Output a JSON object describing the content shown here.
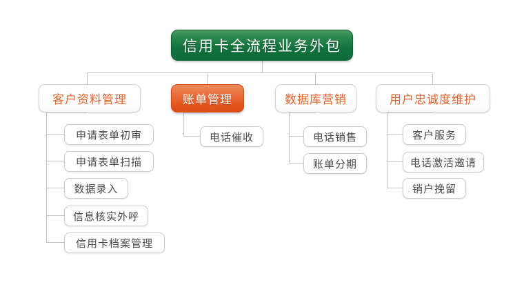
{
  "diagram": {
    "type": "organizational-tree",
    "title": "信用卡全流程业务外包",
    "colors": {
      "root_fill_top": "#4b9c62",
      "root_fill_bottom": "#0c6b39",
      "root_text": "#ffffff",
      "branch_text": "#e4622c",
      "branch_fill": "#ffffff",
      "active_fill_top": "#f08a5b",
      "active_fill_bottom": "#df4e16",
      "active_text": "#ffffff",
      "leaf_text": "#4a4a4a",
      "leaf_fill": "#ffffff",
      "connector": "#c3c3c3",
      "background": "#ffffff"
    },
    "root": {
      "label": "信用卡全流程业务外包"
    },
    "branches": [
      {
        "label": "客户资料管理",
        "active": false,
        "children": [
          {
            "label": "申请表单初审"
          },
          {
            "label": "申请表单扫描"
          },
          {
            "label": "数据录入"
          },
          {
            "label": "信息核实外呼"
          },
          {
            "label": "信用卡档案管理"
          }
        ]
      },
      {
        "label": "账单管理",
        "active": true,
        "children": [
          {
            "label": "电话催收"
          }
        ]
      },
      {
        "label": "数据库营销",
        "active": false,
        "children": [
          {
            "label": "电话销售"
          },
          {
            "label": "账单分期"
          }
        ]
      },
      {
        "label": "用户忠诚度维护",
        "active": false,
        "children": [
          {
            "label": "客户服务"
          },
          {
            "label": "电话激活邀请"
          },
          {
            "label": "销户挽留"
          }
        ]
      }
    ]
  }
}
